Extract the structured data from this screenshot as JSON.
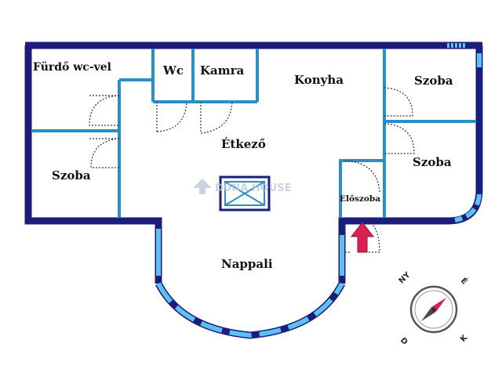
{
  "rooms": {
    "furdo": "Fürdő wc-vel",
    "wc": "Wc",
    "kamra": "Kamra",
    "konyha": "Konyha",
    "szoba_top_right": "Szoba",
    "szoba_mid_right": "Szoba",
    "etkezo": "Étkező",
    "szoba_left": "Szoba",
    "eloszoba": "Előszoba",
    "nappali": "Nappali"
  },
  "watermark": {
    "brand": "DUNA HOUSE"
  },
  "compass": {
    "north": "NY",
    "east": "É",
    "south": "D",
    "west": "K"
  },
  "colors": {
    "outer_wall": "#1a1e7a",
    "inner_wall": "#2b8fc4",
    "window": "#5cc0f2",
    "door_line": "#333333",
    "arrow": "#d6224e"
  },
  "icons": {
    "entrance_arrow": "entrance-arrow-icon",
    "compass": "compass-icon",
    "stairwell": "stairwell-icon"
  }
}
